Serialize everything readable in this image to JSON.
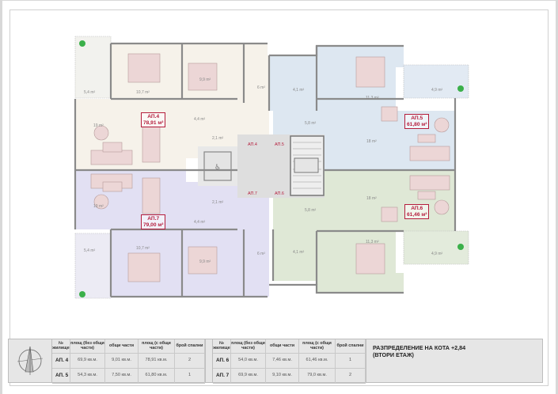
{
  "plan": {
    "apartments": [
      {
        "id": "ap4",
        "label": "АП.4",
        "area": "78,91 м²",
        "color": "#f6f2ea"
      },
      {
        "id": "ap5",
        "label": "АП.5",
        "area": "61,80 м²",
        "color": "#dde7f1"
      },
      {
        "id": "ap6",
        "label": "АП.6",
        "area": "61,46 м²",
        "color": "#dfe8d6"
      },
      {
        "id": "ap7",
        "label": "АП.7",
        "area": "79,00 м²",
        "color": "#e2e0f3"
      }
    ],
    "entry_tags": [
      "АП.4",
      "АП.5",
      "АП.7",
      "АП.6"
    ],
    "rooms": {
      "ap4": {
        "terrace": "5,4 m²",
        "bed1": "10,7 m²",
        "bed2": "9,9 m²",
        "bath": "6 m²",
        "living": "19 m²",
        "hall": "4,4 m²",
        "wc": "2,1 m²"
      },
      "ap5": {
        "bath": "4,1 m²",
        "bed": "11,3 m²",
        "terrace": "4,9 m²",
        "hall": "5,8 m²",
        "living": "18 m²"
      },
      "ap6": {
        "living": "18 m²",
        "hall": "5,8 m²",
        "bath": "4,1 m²",
        "bed": "11,3 m²",
        "terrace": "4,9 m²"
      },
      "ap7": {
        "living": "19 m²",
        "wc": "2,1 m²",
        "hall": "4,4 m²",
        "terrace": "5,4 m²",
        "bed1": "10,7 m²",
        "bed2": "9,9 m²",
        "bath": "6 m²"
      }
    }
  },
  "table": {
    "headers": [
      "№ жилище",
      "площ (без общи части)",
      "общи части",
      "площ (с общи части)",
      "брой спални"
    ],
    "left_rows": [
      [
        "АП. 4",
        "69,9 кв.м.",
        "9,01 кв.м.",
        "78,91 кв.м.",
        "2"
      ],
      [
        "АП. 5",
        "54,3 кв.м.",
        "7,50 кв.м.",
        "61,80 кв.м.",
        "1"
      ]
    ],
    "right_rows": [
      [
        "АП. 6",
        "54,0 кв.м.",
        "7,46 кв.м.",
        "61,46 кв.м.",
        "1"
      ],
      [
        "АП. 7",
        "69,9 кв.м.",
        "9,10 кв.м.",
        "79,0 кв.м.",
        "2"
      ]
    ],
    "title_line1": "РАЗПРЕДЕЛЕНИЕ НА КОТА +2,84",
    "title_line2": "(ВТОРИ ЕТАЖ)"
  }
}
